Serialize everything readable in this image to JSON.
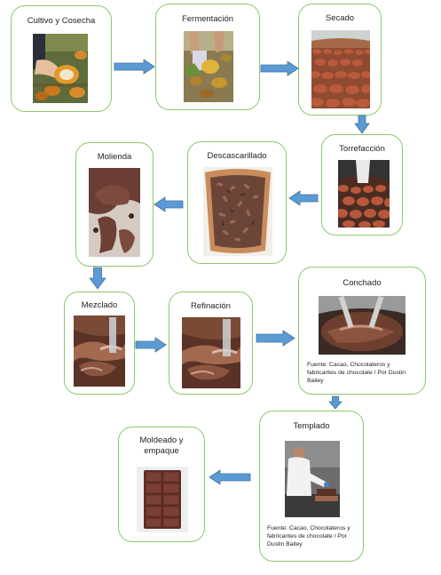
{
  "steps": {
    "cultivo": {
      "title": "Cultivo y Cosecha",
      "image": "cacao-pod-harvest-photo"
    },
    "fermentacion": {
      "title": "Fermentación",
      "image": "fermenting-beans-photo"
    },
    "secado": {
      "title": "Secado",
      "image": "drying-beans-photo"
    },
    "torrefaccion": {
      "title": "Torrefacción",
      "image": "roasting-beans-photo"
    },
    "descascarillado": {
      "title": "Descascarillado",
      "image": "cacao-nibs-bowl-photo"
    },
    "molienda": {
      "title": "Molienda",
      "image": "grinding-paste-photo"
    },
    "mezclado": {
      "title": "Mezclado",
      "image": "mixing-chocolate-photo"
    },
    "refinacion": {
      "title": "Refinación",
      "image": "refining-chocolate-photo"
    },
    "conchado": {
      "title": "Conchado",
      "image": "conching-machine-photo",
      "source": [
        "Fuente: Cacao, Chocolateros y",
        "fabricantes de chocolate / Por Dustin",
        "Bailey"
      ]
    },
    "templado": {
      "title": "Templado",
      "image": "tempering-chocolatier-photo",
      "source": [
        "Fuente: Cacao, Chocolateros y",
        "fabricantes de chocolate / Por",
        "Dustin Bailey"
      ]
    },
    "moldeado": {
      "title": [
        "Moldeado y",
        "empaque"
      ],
      "image": "chocolate-bar-photo"
    }
  },
  "colors": {
    "box_border": "#8cc870",
    "arrow_fill": "#5b9bd5",
    "arrow_stroke": "#41719c"
  }
}
